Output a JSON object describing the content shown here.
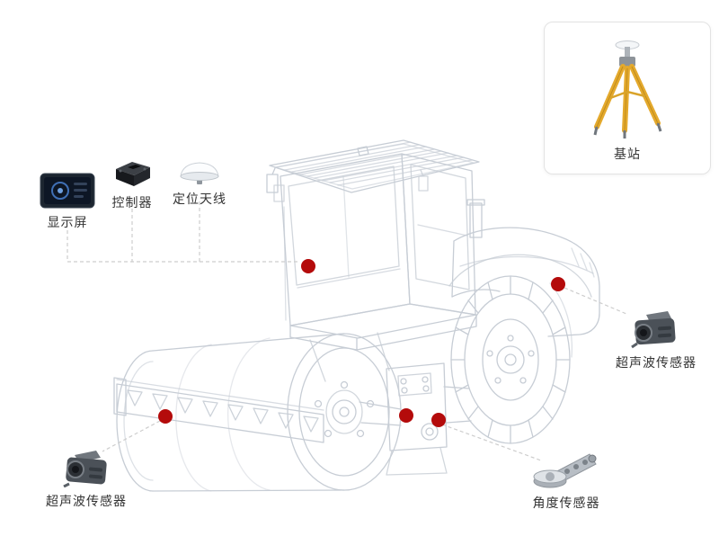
{
  "labels": {
    "display": "显示屏",
    "controller": "控制器",
    "positioning_antenna": "定位天线",
    "base_station": "基站",
    "ultrasonic_sensor_right": "超声波传感器",
    "ultrasonic_sensor_left": "超声波传感器",
    "angle_sensor": "角度传感器"
  },
  "markers": [
    {
      "name": "cab-sensor-point"
    },
    {
      "name": "right-side-sensor-point"
    },
    {
      "name": "drum-sensor-point"
    },
    {
      "name": "frame-left-sensor-point"
    },
    {
      "name": "frame-right-sensor-point"
    }
  ],
  "colors": {
    "marker_red": "#b40b0b",
    "machine_lineart": "#c7cdd5",
    "connector_gray": "#cdcdcd",
    "tripod_yellow": "#e4a92c",
    "card_border": "#e3e3e3"
  }
}
